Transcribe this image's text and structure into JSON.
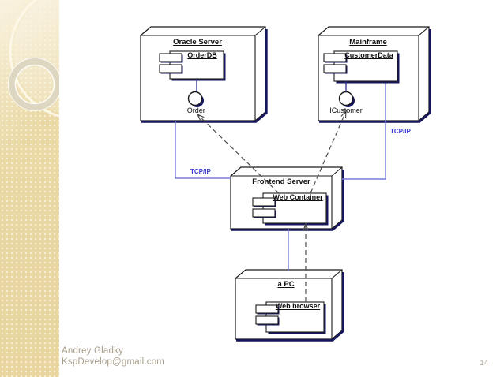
{
  "slide": {
    "footer": {
      "author": "Andrey Gladky",
      "email": "KspDevelop@gmail.com",
      "page_number": "14"
    }
  },
  "diagram": {
    "type": "uml-deployment-diagram",
    "nodes": [
      {
        "title": "Oracle Server",
        "component": "OrderDB",
        "interface": "IOrder"
      },
      {
        "title": "Mainframe",
        "component": "CustomerData",
        "interface": "ICustomer"
      },
      {
        "title": "Frontend Server",
        "component": "Web Container",
        "interface": ""
      },
      {
        "title": "a PC",
        "component": "Web browser",
        "interface": ""
      }
    ],
    "connections": [
      {
        "from": "Oracle Server",
        "to": "Frontend Server",
        "label": "TCP/IP",
        "style": "solid"
      },
      {
        "from": "Mainframe",
        "to": "Frontend Server",
        "label": "TCP/IP",
        "style": "solid"
      },
      {
        "from": "Frontend Server",
        "to": "a PC",
        "label": "",
        "style": "solid"
      },
      {
        "from": "Web Container",
        "to": "IOrder",
        "label": "",
        "style": "dashed-arrow"
      },
      {
        "from": "Web Container",
        "to": "ICustomer",
        "label": "",
        "style": "dashed-arrow"
      },
      {
        "from": "Web browser",
        "to": "Web Container",
        "label": "",
        "style": "dashed-arrow"
      }
    ],
    "colors": {
      "connection": "#7b7bdc",
      "connection_label": "#3a3ad4",
      "node_border": "#1a1a1a",
      "node_shadow": "#16165e",
      "sidebar": "#ead9a6"
    }
  }
}
